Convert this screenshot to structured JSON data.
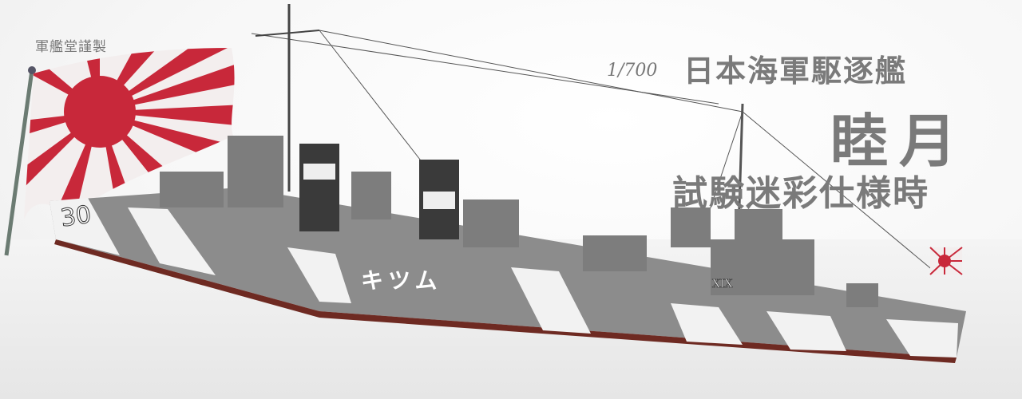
{
  "image": {
    "description": "Photograph of a 1/700 scale model of the Imperial Japanese Navy destroyer Mutsuki in experimental camouflage, with a rising sun naval ensign flag",
    "credit": "軍艦堂謹製",
    "scale": "1/700",
    "title_line1": "日本海軍駆逐艦",
    "title_line2": "睦月",
    "title_line3": "試験迷彩仕様時",
    "hull_katakana": "キツム",
    "hull_number": "30",
    "roman_marking": "XIX",
    "colors": {
      "title_gray": "#7a7a7a",
      "hull_gray": "#8c8c8c",
      "camo_white": "#f2f2f2",
      "hull_red": "#6e2a22",
      "flag_red": "#c8283a"
    }
  }
}
